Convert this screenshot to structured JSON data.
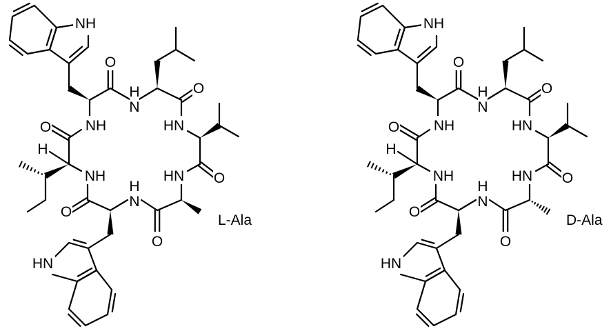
{
  "figure": {
    "left_label": "L-Ala",
    "right_label": "D-Ala"
  },
  "atom_labels": {
    "nh": "NH",
    "hn": "HN",
    "n": "N",
    "h": "H",
    "o": "O"
  }
}
